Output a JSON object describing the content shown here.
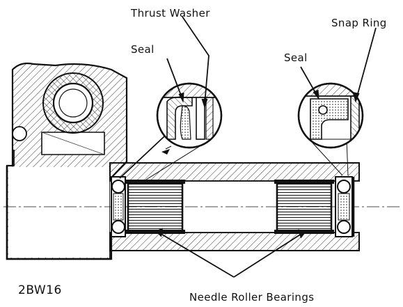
{
  "figure": {
    "code": "2BW16",
    "labels": {
      "thrust_washer": "Thrust Washer",
      "snap_ring": "Snap Ring",
      "seal_left": "Seal",
      "seal_right": "Seal",
      "needle_bearings": "Needle Roller Bearings"
    }
  },
  "colors": {
    "ink": "#111111",
    "paper": "#ffffff"
  }
}
